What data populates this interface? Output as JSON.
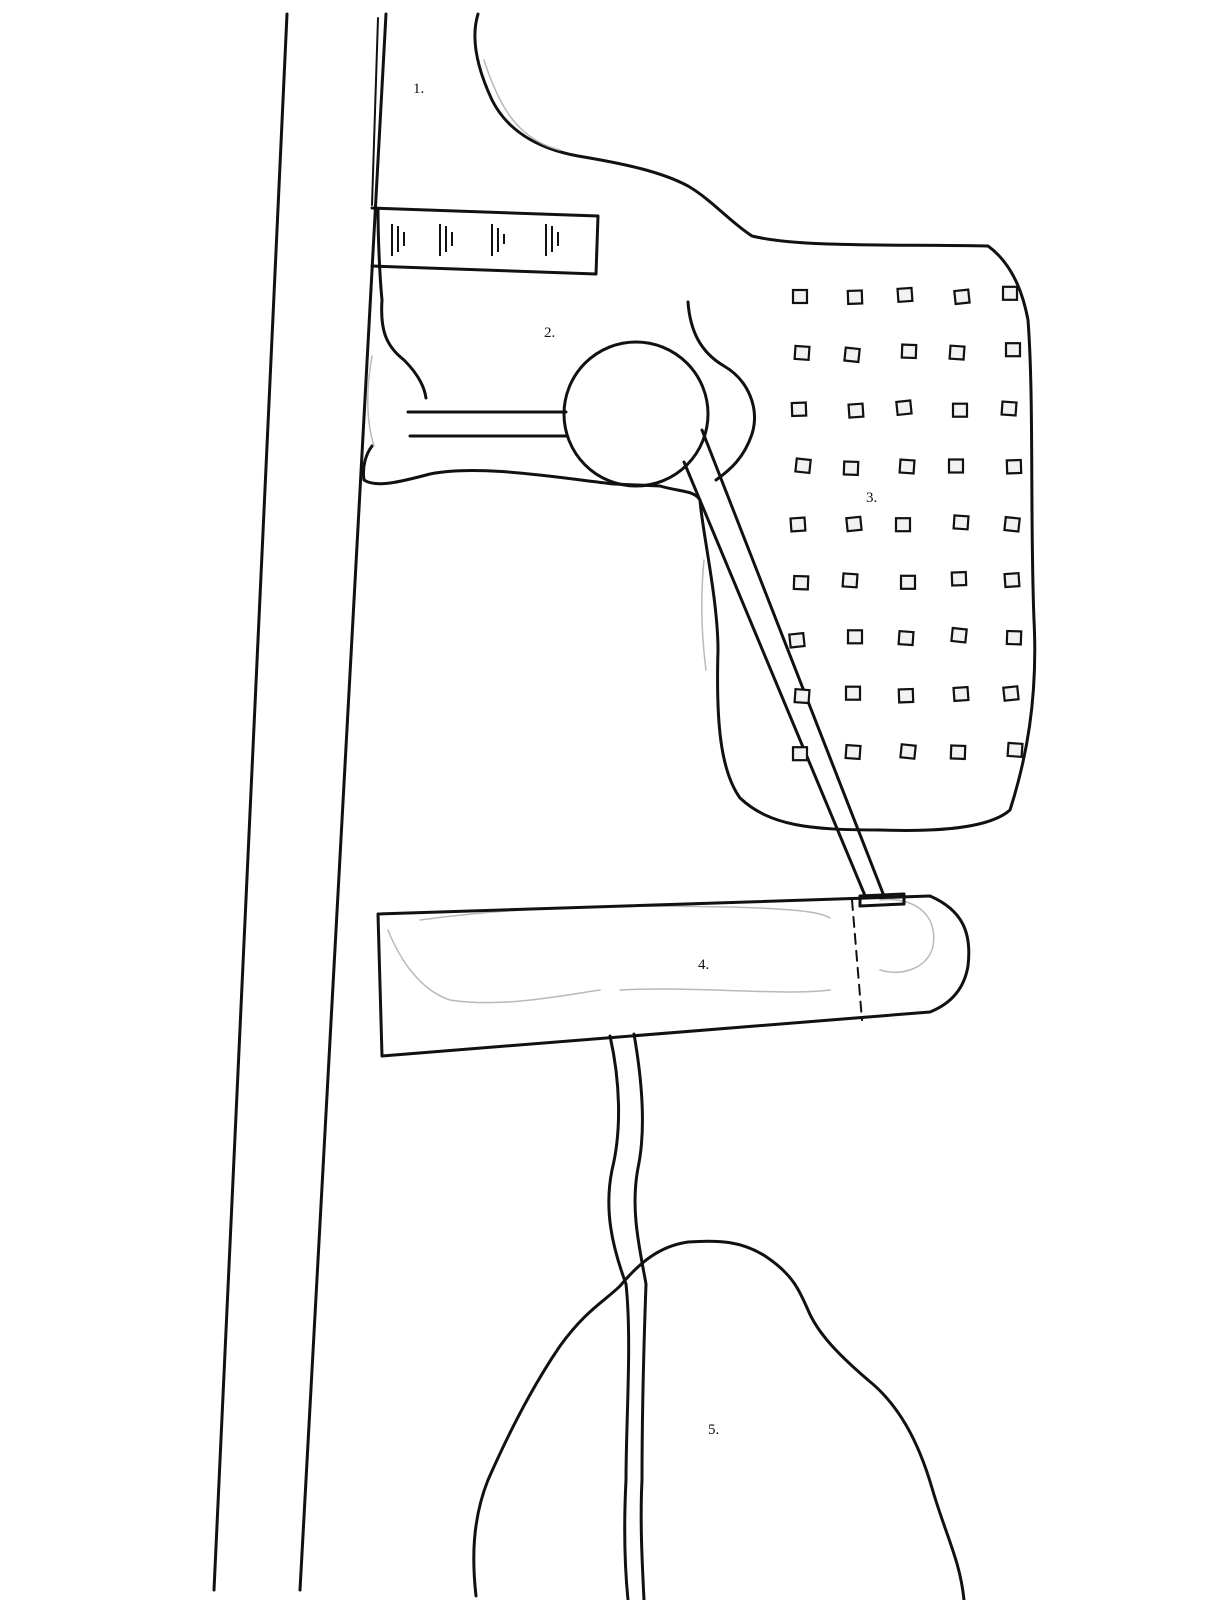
{
  "areas": [
    {
      "id": "1",
      "label": "1."
    },
    {
      "id": "2",
      "label": "2."
    },
    {
      "id": "3",
      "label": "3."
    },
    {
      "id": "4",
      "label": "4."
    },
    {
      "id": "5",
      "label": "5."
    }
  ],
  "orchard": {
    "rows": 9,
    "columns": 5,
    "tree_count": 45
  }
}
